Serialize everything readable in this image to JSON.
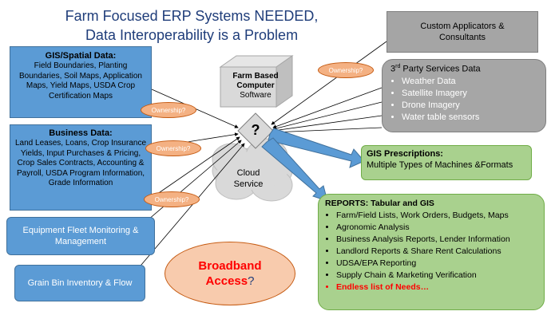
{
  "title": {
    "line1": "Farm Focused ERP Systems NEEDED,",
    "line2": "Data Interoperability is a Problem"
  },
  "gis_spatial": {
    "header": "GIS/Spatial Data:",
    "body": "Field Boundaries, Planting Boundaries, Soil Maps, Application Maps, Yield Maps, USDA Crop Certification Maps"
  },
  "business": {
    "header": "Business Data:",
    "body": "Land Leases, Loans, Crop Insurance Yields, Input Purchases & Pricing, Crop Sales Contracts, Accounting & Payroll, USDA Program Information, Grade Information"
  },
  "equipment": "Equipment Fleet Monitoring & Management",
  "grain_bin": "Grain Bin Inventory & Flow",
  "ownership_label": "Ownership?",
  "computer": {
    "line1": "Farm Based",
    "line2": "Computer",
    "line3": "Software",
    "question": "?"
  },
  "cloud": {
    "line1": "Cloud",
    "line2": "Service"
  },
  "custom_applicators": "Custom Applicators & Consultants",
  "third_party": {
    "header_pre": "3",
    "header_sup": "rd",
    "header_post": " Party Services Data",
    "items": [
      "Weather Data",
      "Satellite Imagery",
      "Drone Imagery",
      "Water table sensors"
    ]
  },
  "gis_prescriptions": {
    "header": "GIS Prescriptions:",
    "body": "Multiple Types of Machines &Formats"
  },
  "reports": {
    "header": "REPORTS: Tabular and GIS",
    "items": [
      "Farm/Field Lists, Work Orders, Budgets, Maps",
      "Agronomic Analysis",
      "Business Analysis Reports, Lender Information",
      "Landlord Reports & Share Rent Calculations",
      "UDSA/EPA Reporting",
      "Supply Chain & Marketing Verification"
    ],
    "last_item": "Endless list of Needs…"
  },
  "broadband": {
    "line1": "Broadband",
    "line2": "Access",
    "question": "?"
  },
  "colors": {
    "title": "#1f3d7a",
    "blue_box": "#5b9bd5",
    "green_box": "#a9d18e",
    "grey_box": "#a5a5a5",
    "ownership_pill": "#f4b183",
    "broadband_fill": "#f8cbad",
    "arrow_blue": "#5b9bd5",
    "red_text": "#ff0000"
  }
}
